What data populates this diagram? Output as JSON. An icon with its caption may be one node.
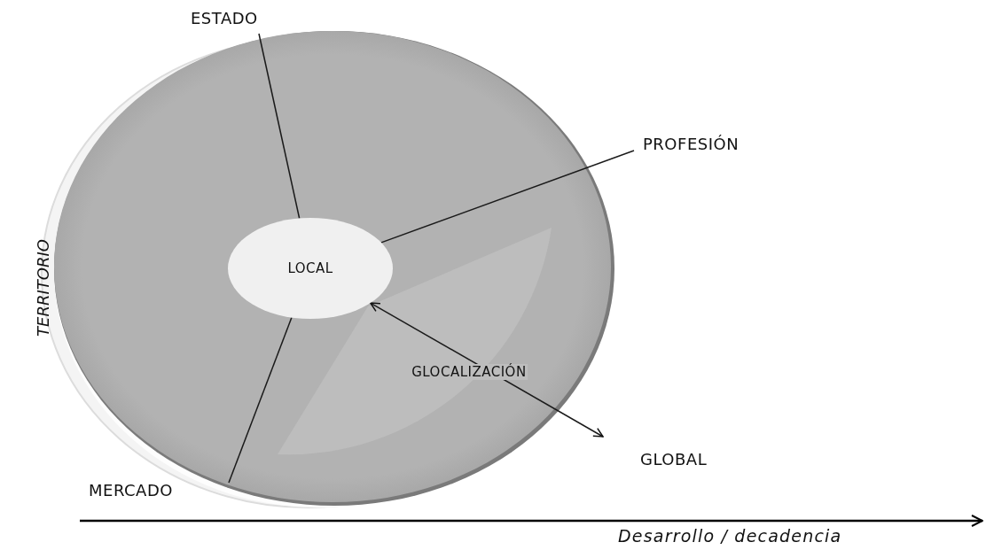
{
  "diagram": {
    "nodes": [
      {
        "text": [],
        "shape": "circle"
      },
      {
        "text": [
          "LOCAL"
        ],
        "in": 0
      },
      {
        "text": [
          "ESTADO"
        ]
      },
      {
        "text": [
          "PROFESIÓN"
        ]
      },
      {
        "text": [
          "MERCADO"
        ]
      },
      {
        "text": [
          "GLOBAL"
        ]
      }
    ],
    "edges": [
      {
        "from": 2,
        "to": 1,
        "arrow": "none"
      },
      {
        "from": 3,
        "to": 1,
        "arrow": "none"
      },
      {
        "from": 4,
        "to": 1,
        "arrow": "none"
      },
      {
        "from": 1,
        "to": 5,
        "arrow": "both",
        "label": "GLOCALIZACIÓN"
      }
    ],
    "labels": [
      "TERRITORIO",
      "Desarrollo / decadencia"
    ]
  }
}
